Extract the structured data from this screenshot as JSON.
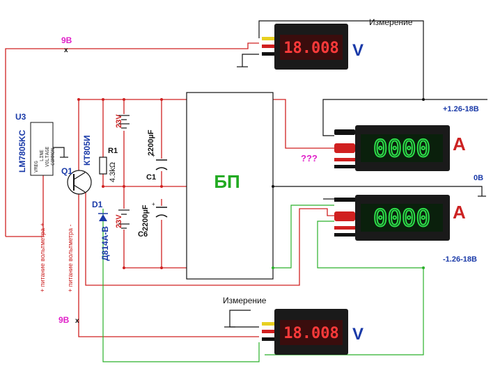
{
  "labels": {
    "v9_top": "9В",
    "v9_bottom": "9В",
    "meas_top": "Измерение",
    "meas_bottom": "Измерение",
    "u3": "U3",
    "u3_part": "LM7805KC",
    "vreg": "VREG",
    "line": "LINE",
    "voltage": "VOLTAGE",
    "common": "COMMON",
    "q1": "Q1",
    "q1_part": "КТ805И",
    "r1": "R1",
    "r1_val": "4.3kΩ",
    "d1": "D1",
    "d1_part": "Д814А-В",
    "bat_top": "23V",
    "bat_bottom": "23V",
    "c1": "C1",
    "c1_val": "2200µF",
    "c6": "C6",
    "c6_val": "2200µF",
    "psu": "БП",
    "pos_rail": "+1.26-18В",
    "zero_rail": "0В",
    "neg_rail": "-1.26-18В",
    "unknown": "???",
    "vm_power_plus": "+ питание вольтметра +",
    "vm_power_minus": "+ питание вольтметра -"
  },
  "meters": {
    "volt_top": {
      "reading": "18.008",
      "unit": "V"
    },
    "volt_bottom": {
      "reading": "18.008",
      "unit": "V"
    },
    "amp_top": {
      "reading": "0000",
      "unit": "A"
    },
    "amp_bottom": {
      "reading": "0000",
      "unit": "A"
    }
  },
  "colors": {
    "wire_red": "#d02020",
    "wire_green": "#2ab02a",
    "wire_black": "#111111",
    "label_blue": "#1a3aa8",
    "label_magenta": "#e020c8",
    "psu_text": "#22aa22"
  }
}
